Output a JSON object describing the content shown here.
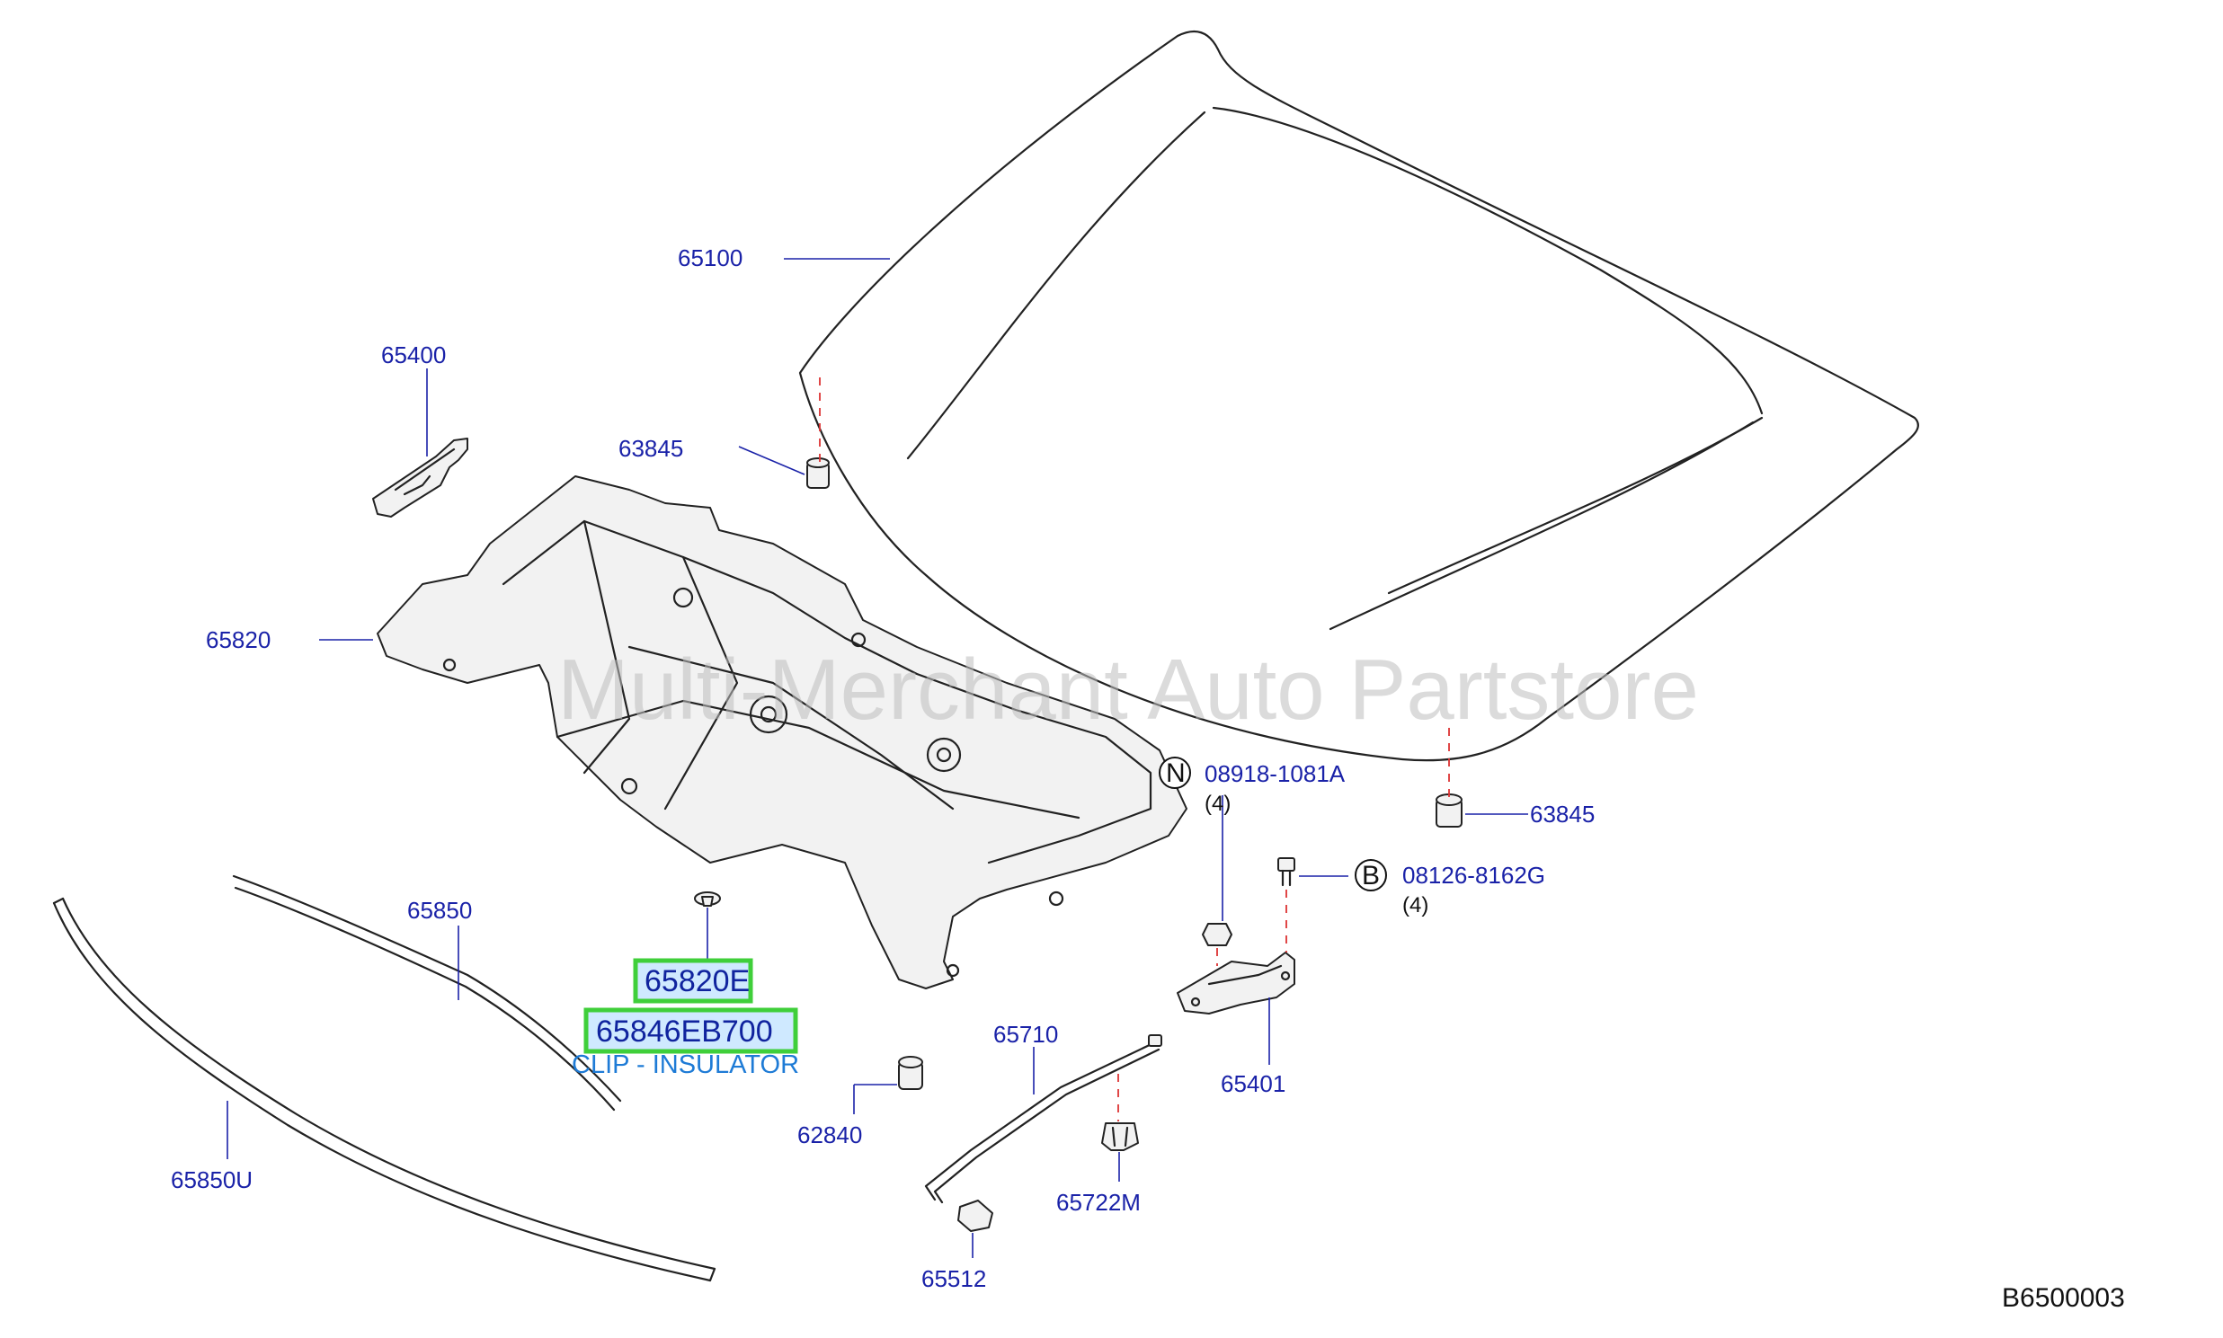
{
  "watermark": "Multi-Merchant Auto Partstore",
  "diagram_code": "B6500003",
  "colors": {
    "label": "#1a22a8",
    "highlight_box": "#3fcf3a",
    "description": "#1e7bd6",
    "watermark": "#bdbdbd"
  },
  "labels": {
    "p65100": "65100",
    "p65400": "65400",
    "p63845_top": "63845",
    "p65820": "65820",
    "p63845_right": "63845",
    "p08918": "08918-1081A",
    "p08918_ref": "N",
    "p08918_qty": "(4)",
    "p08126": "08126-8162G",
    "p08126_ref": "B",
    "p08126_qty": "(4)",
    "p65850": "65850",
    "p65820E": "65820E",
    "p65846EB700": "65846EB700",
    "clip_desc": "CLIP - INSULATOR",
    "p65710": "65710",
    "p65401": "65401",
    "p62840": "62840",
    "p65722M": "65722M",
    "p65850U": "65850U",
    "p65512": "65512"
  }
}
